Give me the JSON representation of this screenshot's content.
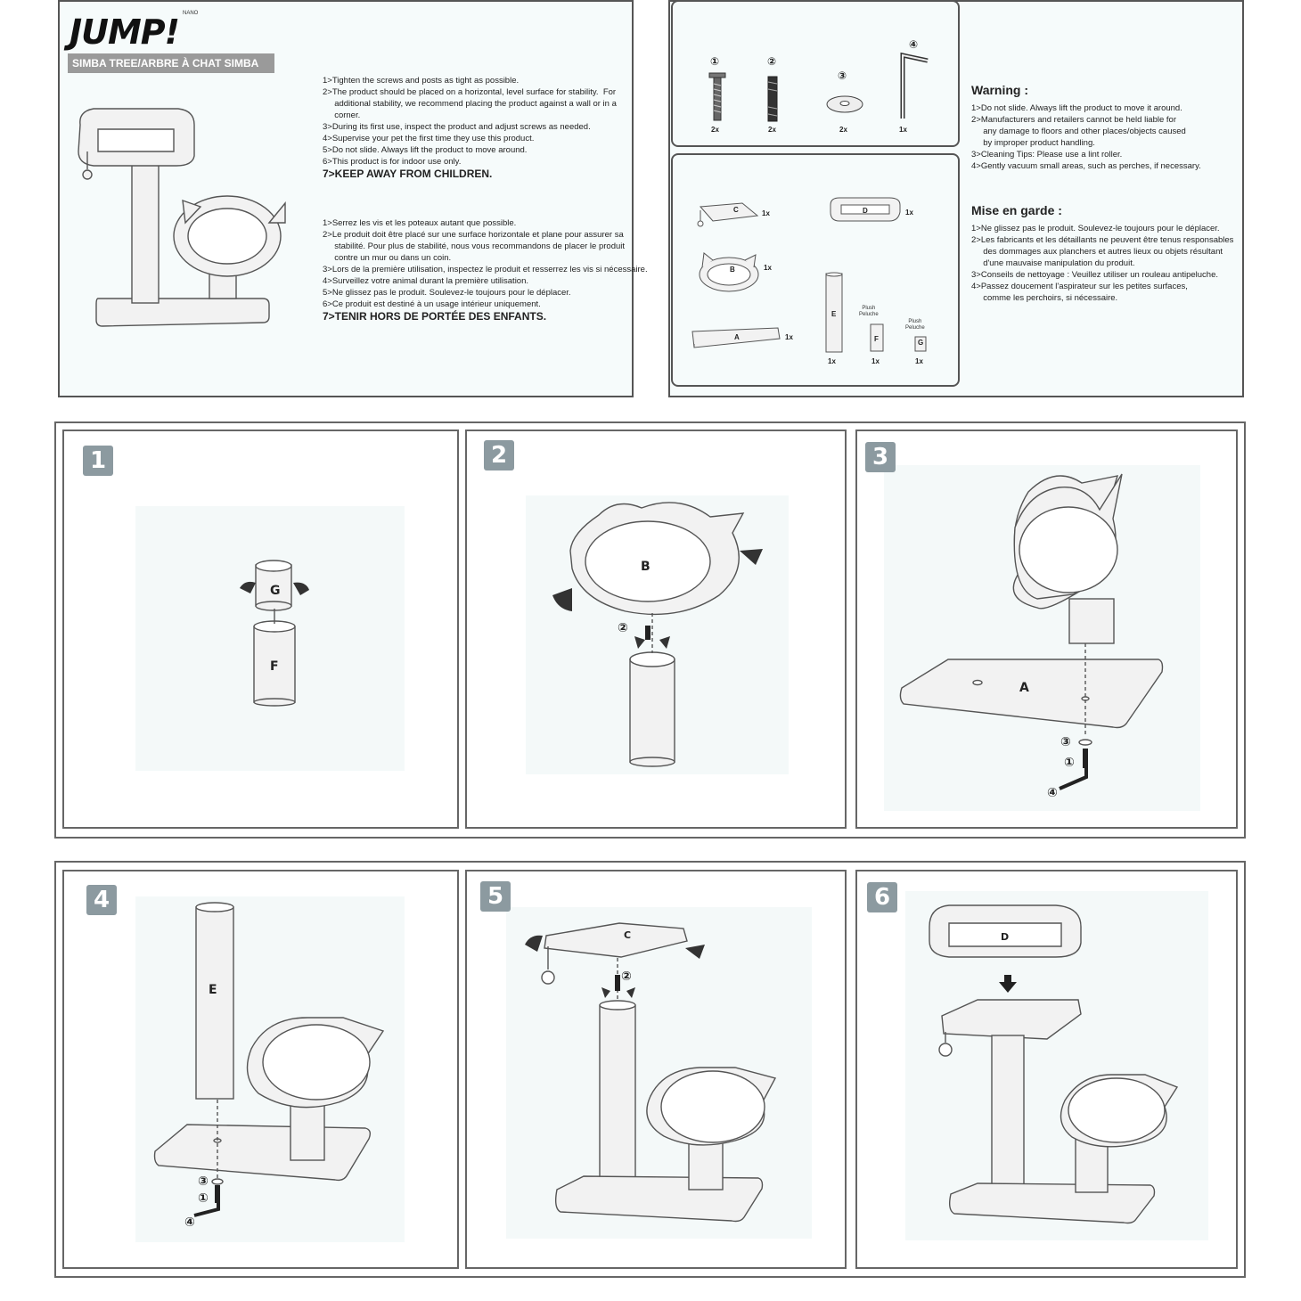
{
  "brand": {
    "logo": "JUMP!",
    "nano": "NANO",
    "subtitle": "SIMBA TREE/ARBRE À CHAT SIMBA"
  },
  "instructions_en": [
    "1>Tighten the screws and posts as tight as possible.",
    "2>The product should be placed on a horizontal, level surface for stability.  For",
    "     additional stability, we recommend placing the product against a wall or in a",
    "     corner.",
    "3>During its first use, inspect the product and adjust screws as needed.",
    "4>Supervise your pet the first time they use this product.",
    "5>Do not slide. Always lift the product to move around.",
    "6>This product is for indoor use only."
  ],
  "instructions_en_last": "7>KEEP AWAY FROM CHILDREN.",
  "instructions_fr": [
    "1>Serrez les vis et les poteaux autant que possible.",
    "2>Le produit doit être placé sur une surface horizontale et plane pour assurer sa",
    "     stabilité. Pour plus de stabilité, nous vous recommandons de placer le produit",
    "     contre un mur ou dans un coin.",
    "3>Lors de la première utilisation, inspectez le produit et resserrez les vis si nécessaire.",
    "4>Surveillez votre animal durant la première utilisation.",
    "5>Ne glissez pas le produit. Soulevez-le toujours pour le déplacer.",
    "6>Ce produit est destiné à un usage intérieur uniquement."
  ],
  "instructions_fr_last": "7>TENIR HORS DE PORTÉE DES ENFANTS.",
  "hardware": [
    {
      "num": "①",
      "qty": "2x"
    },
    {
      "num": "②",
      "qty": "2x"
    },
    {
      "num": "③",
      "qty": "2x"
    },
    {
      "num": "④",
      "qty": "1x"
    }
  ],
  "parts": {
    "c": {
      "label": "C",
      "qty": "1x"
    },
    "d": {
      "label": "D",
      "qty": "1x"
    },
    "b": {
      "label": "B",
      "qty": "1x"
    },
    "a": {
      "label": "A",
      "qty": "1x"
    },
    "e": {
      "label": "E",
      "qty": "1x"
    },
    "f": {
      "label": "F",
      "qty": "1x",
      "plush": "Plush\nPeluche"
    },
    "g": {
      "label": "G",
      "qty": "1x",
      "plush": "Plush\nPeluche"
    }
  },
  "warning": {
    "title": "Warning :",
    "lines": [
      "1>Do not slide. Always lift the product to move it around.",
      "2>Manufacturers and retailers cannot be held liable for",
      "     any damage to floors and other places/objects caused",
      "     by improper product handling.",
      "3>Cleaning Tips: Please use a lint roller.",
      "4>Gently vacuum small areas, such as perches, if necessary."
    ]
  },
  "mise_en_garde": {
    "title": "Mise en garde :",
    "lines": [
      "1>Ne glissez pas le produit. Soulevez-le toujours pour le déplacer.",
      "2>Les fabricants et les détaillants ne peuvent être tenus responsables",
      "     des dommages aux planchers et autres lieux ou objets résultant",
      "     d'une mauvaise manipulation du produit.",
      "3>Conseils de nettoyage : Veuillez utiliser un rouleau antipeluche.",
      "4>Passez doucement l'aspirateur sur les petites surfaces,",
      "     comme les perchoirs, si nécessaire."
    ]
  },
  "steps": [
    {
      "num": "1",
      "labels": [
        "G",
        "F"
      ]
    },
    {
      "num": "2",
      "labels": [
        "B",
        "②"
      ]
    },
    {
      "num": "3",
      "labels": [
        "A",
        "③",
        "①",
        "④"
      ]
    },
    {
      "num": "4",
      "labels": [
        "E",
        "③",
        "①",
        "④"
      ]
    },
    {
      "num": "5",
      "labels": [
        "C",
        "②"
      ]
    },
    {
      "num": "6",
      "labels": [
        "D"
      ]
    }
  ]
}
